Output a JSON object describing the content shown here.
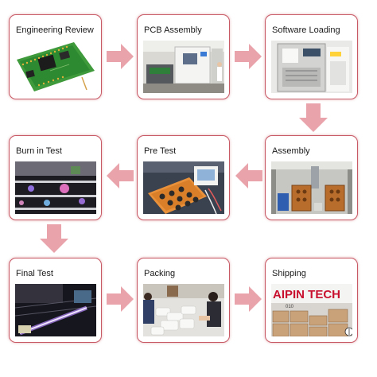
{
  "steps": [
    {
      "label": "Engineering Review",
      "photo": "circuit-board-photo"
    },
    {
      "label": "PCB Assembly",
      "photo": "smt-machine-photo"
    },
    {
      "label": "Software Loading",
      "photo": "loading-machine-photo"
    },
    {
      "label": "Assembly",
      "photo": "assembly-fixture-photo"
    },
    {
      "label": "Pre Test",
      "photo": "test-fixture-photo"
    },
    {
      "label": "Burn in Test",
      "photo": "burn-in-rack-photo"
    },
    {
      "label": "Final Test",
      "photo": "final-test-photo"
    },
    {
      "label": "Packing",
      "photo": "packing-photo"
    },
    {
      "label": "Shipping",
      "photo": "shipping-warehouse-photo"
    }
  ],
  "shipping_sign": "AIPIN TECH",
  "shipping_sign_number": "010",
  "colors": {
    "border": "#c85a66",
    "arrow": "#e9a4ab"
  }
}
